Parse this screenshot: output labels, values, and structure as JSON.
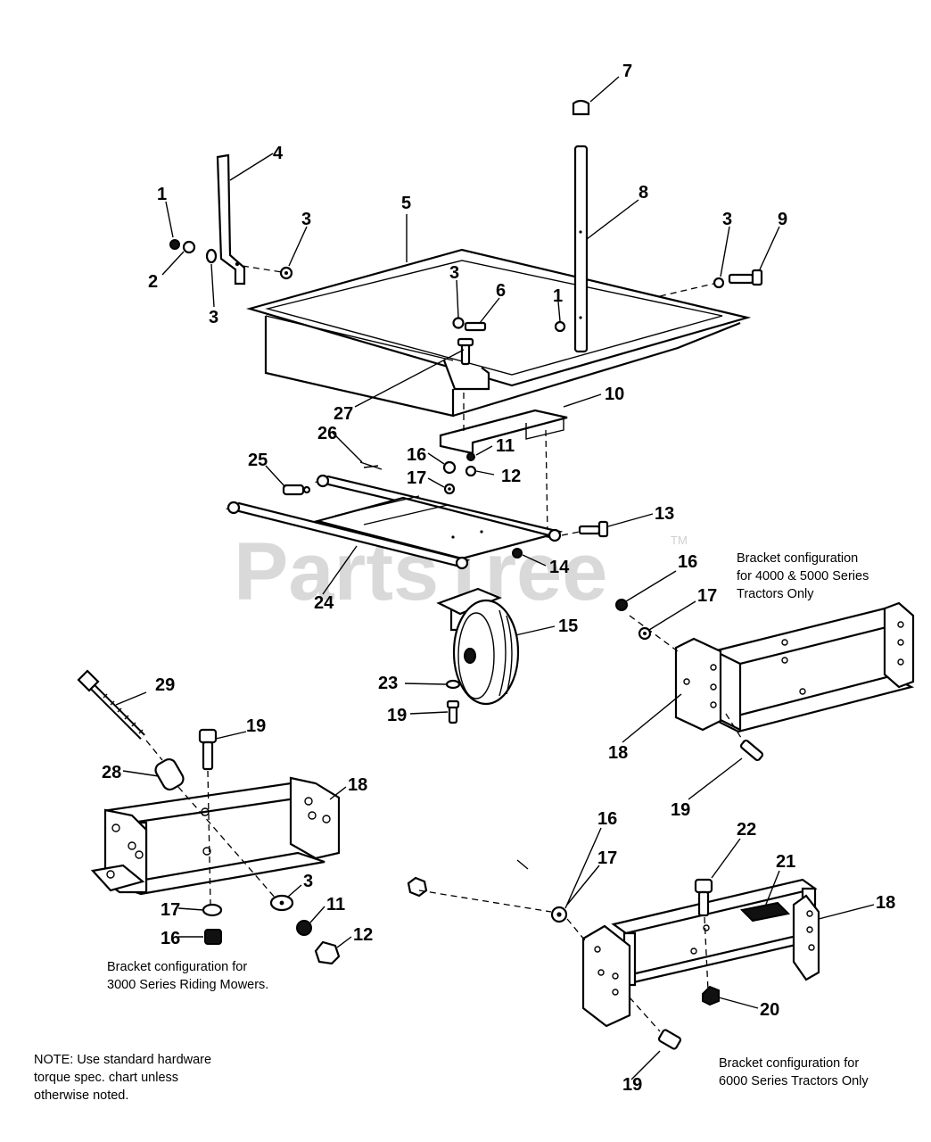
{
  "watermark": {
    "text": "PartsTree",
    "trademark": "TM"
  },
  "callouts": {
    "c1a": "1",
    "c1b": "1",
    "c2": "2",
    "c3a": "3",
    "c3b": "3",
    "c3c": "3",
    "c3d": "3",
    "c3e": "3",
    "c4": "4",
    "c5": "5",
    "c6": "6",
    "c7": "7",
    "c8": "8",
    "c9": "9",
    "c10": "10",
    "c11a": "11",
    "c11b": "11",
    "c12a": "12",
    "c12b": "12",
    "c13": "13",
    "c14": "14",
    "c15": "15",
    "c16a": "16",
    "c16b": "16",
    "c16c": "16",
    "c16d": "16",
    "c17a": "17",
    "c17b": "17",
    "c17c": "17",
    "c17d": "17",
    "c18a": "18",
    "c18b": "18",
    "c18c": "18",
    "c19a": "19",
    "c19b": "19",
    "c19c": "19",
    "c19d": "19",
    "c20": "20",
    "c21": "21",
    "c22": "22",
    "c23": "23",
    "c24": "24",
    "c25": "25",
    "c26": "26",
    "c27": "27",
    "c28": "28",
    "c29": "29"
  },
  "captions": {
    "bracket_4000_5000": [
      "Bracket configuration",
      "for 4000 & 5000 Series",
      "Tractors Only"
    ],
    "bracket_3000": [
      "Bracket configuration for",
      "3000 Series Riding Mowers."
    ],
    "bracket_6000": [
      "Bracket configuration for",
      "6000 Series Tractors Only"
    ],
    "note": [
      "NOTE: Use standard hardware",
      "torque spec. chart unless",
      "otherwise noted."
    ]
  }
}
